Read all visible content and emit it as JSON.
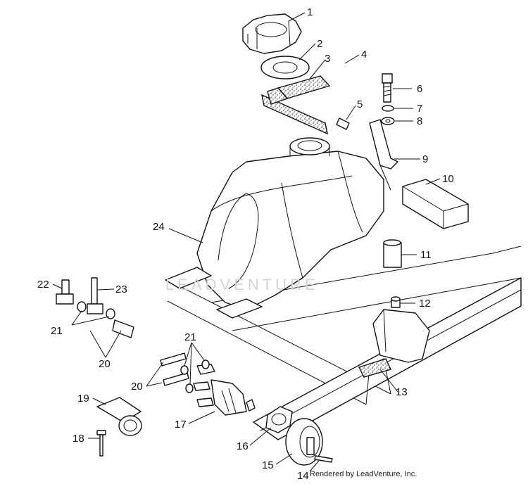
{
  "diagram": {
    "labels": [
      "1",
      "2",
      "3",
      "4",
      "5",
      "6",
      "7",
      "8",
      "9",
      "10",
      "11",
      "12",
      "13",
      "14",
      "15",
      "16",
      "17",
      "18",
      "19",
      "20",
      "20",
      "21",
      "21",
      "22",
      "23",
      "24"
    ],
    "watermark": "LEADVENTURE",
    "credit": "Rendered by LeadVenture, Inc."
  }
}
